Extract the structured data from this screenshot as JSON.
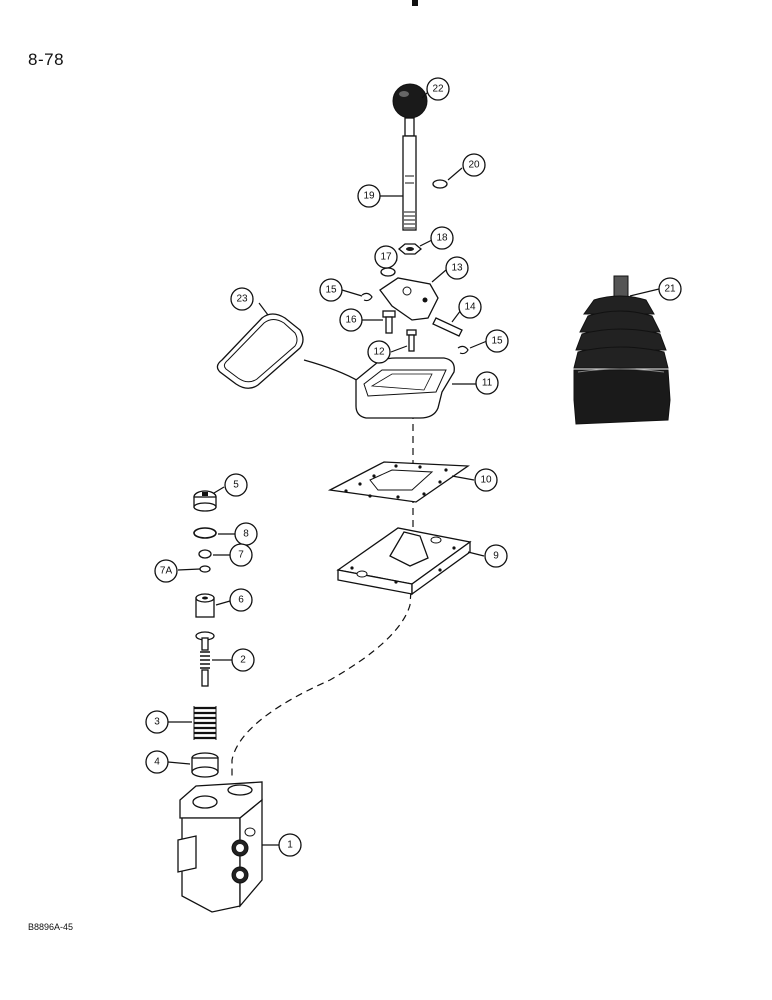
{
  "page": {
    "number": "8-78",
    "figure_code": "B8896A-45"
  },
  "callouts": [
    {
      "id": "c1",
      "label": "1"
    },
    {
      "id": "c2",
      "label": "2"
    },
    {
      "id": "c3",
      "label": "3"
    },
    {
      "id": "c4",
      "label": "4"
    },
    {
      "id": "c5",
      "label": "5"
    },
    {
      "id": "c6",
      "label": "6"
    },
    {
      "id": "c7",
      "label": "7"
    },
    {
      "id": "c7a",
      "label": "7A"
    },
    {
      "id": "c8",
      "label": "8"
    },
    {
      "id": "c9",
      "label": "9"
    },
    {
      "id": "c10",
      "label": "10"
    },
    {
      "id": "c11",
      "label": "11"
    },
    {
      "id": "c12",
      "label": "12"
    },
    {
      "id": "c13",
      "label": "13"
    },
    {
      "id": "c14",
      "label": "14"
    },
    {
      "id": "c15a",
      "label": "15"
    },
    {
      "id": "c15b",
      "label": "15"
    },
    {
      "id": "c16",
      "label": "16"
    },
    {
      "id": "c17",
      "label": "17"
    },
    {
      "id": "c18",
      "label": "18"
    },
    {
      "id": "c19",
      "label": "19"
    },
    {
      "id": "c20",
      "label": "20"
    },
    {
      "id": "c21",
      "label": "21"
    },
    {
      "id": "c22",
      "label": "22"
    },
    {
      "id": "c23",
      "label": "23"
    }
  ]
}
